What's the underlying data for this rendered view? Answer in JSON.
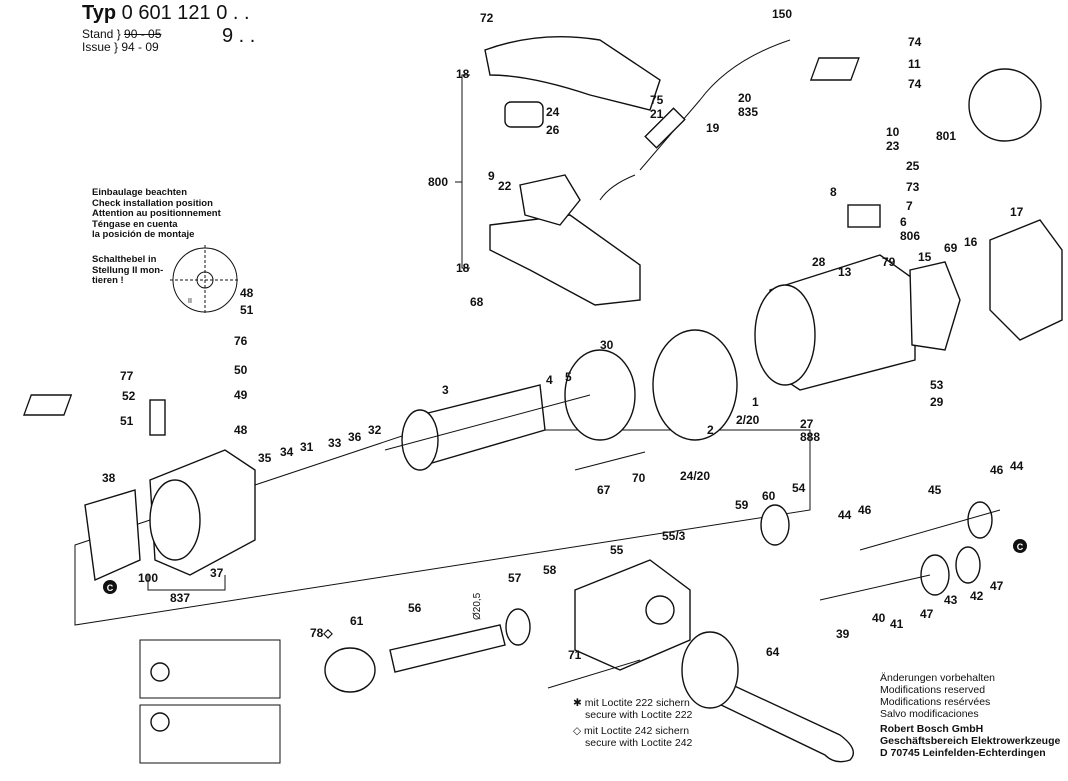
{
  "header": {
    "typ_label": "Typ",
    "typ_number": "0 601 121",
    "variant_1": "0 . .",
    "variant_2": "9 . .",
    "stand_label": "Stand",
    "issue_label": "Issue",
    "stand_value": "90 - 05",
    "issue_value": "94 - 09"
  },
  "notes": {
    "installation": [
      "Einbaulage beachten",
      "Check installation position",
      "Attention au positionnement",
      "Téngase en cuenta",
      "la posición de montaje"
    ],
    "switch": [
      "Schalthebel in",
      "Stellung II mon-",
      "tieren !"
    ],
    "switch_position_mark": "II"
  },
  "loctite": [
    {
      "symbol": "✱",
      "line1": "mit Loctite 222 sichern",
      "line2": "secure with Loctite 222"
    },
    {
      "symbol": "◇",
      "line1": "mit Loctite 242 sichern",
      "line2": "secure with Loctite 242"
    }
  ],
  "footer": {
    "modifications": [
      "Änderungen vorbehalten",
      "Modifications reserved",
      "Modifications resérvées",
      "Salvo modificaciones"
    ],
    "company": [
      "Robert Bosch GmbH",
      "Geschäftsbereich Elektrowerkzeuge",
      "D 70745 Leinfelden-Echterdingen"
    ]
  },
  "markers": {
    "connection": "C"
  },
  "part_labels": [
    "72",
    "150",
    "74",
    "11",
    "74",
    "18",
    "24",
    "75",
    "21",
    "20",
    "835",
    "26",
    "19",
    "10",
    "801",
    "23",
    "25",
    "9",
    "800",
    "22",
    "73",
    "8",
    "7",
    "6",
    "806",
    "17",
    "18",
    "28",
    "13",
    "79",
    "15",
    "69",
    "16",
    "68",
    "48",
    "51",
    "76",
    "77",
    "50",
    "52",
    "49",
    "51",
    "48",
    "3",
    "30",
    "4",
    "5",
    "1",
    "2",
    "2/20",
    "53",
    "29",
    "27",
    "888",
    "35",
    "34",
    "31",
    "33",
    "36",
    "32",
    "24/20",
    "70",
    "67",
    "38",
    "46",
    "44",
    "45",
    "54",
    "60",
    "59",
    "44",
    "46",
    "55/3",
    "55",
    "100",
    "37",
    "837",
    "57",
    "58",
    "56",
    "Ø20,5",
    "43",
    "42",
    "47",
    "47",
    "39",
    "40",
    "41",
    "78◇",
    "61",
    "71",
    "64"
  ]
}
